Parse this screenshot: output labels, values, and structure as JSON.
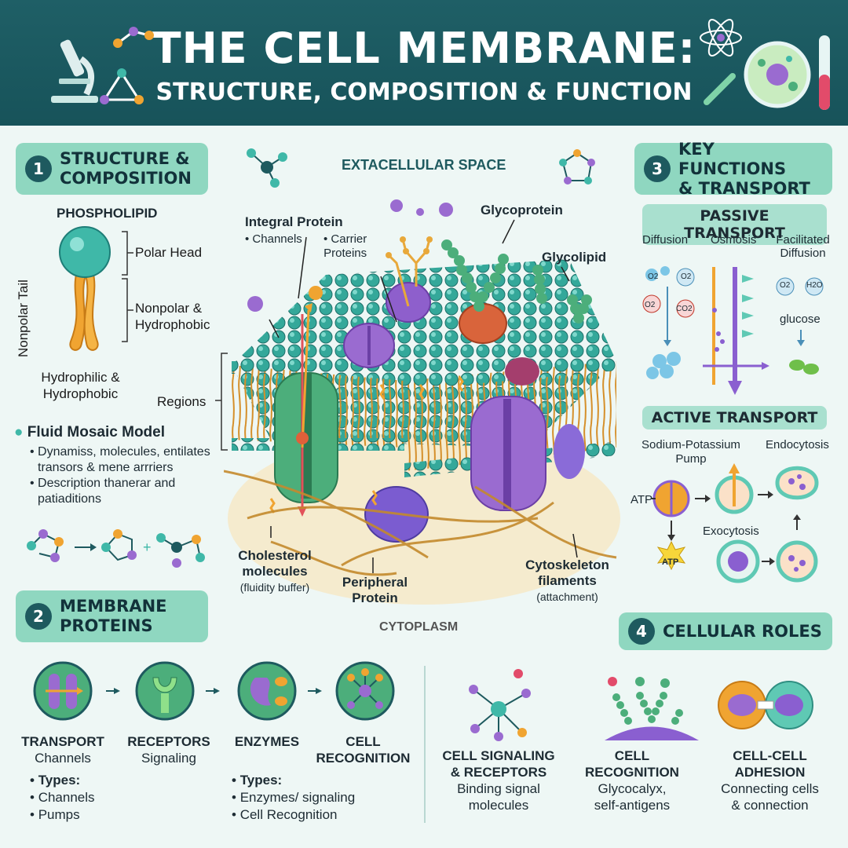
{
  "header": {
    "title": "THE CELL MEMBRANE:",
    "subtitle": "STRUCTURE, COMPOSITION & FUNCTION"
  },
  "section1": {
    "number": "1",
    "title_line1": "STRUCTURE &",
    "title_line2": "COMPOSITION",
    "phospholipid": "PHOSPHOLIPID",
    "polar_head": "Polar Head",
    "nonpolar_tail": "Nonpolar Tail",
    "nonpolar_line1": "Nonpolar &",
    "nonpolar_line2": "Hydrophobic",
    "hydro_line1": "Hydrophilic &",
    "hydro_line2": "Hydrophobic",
    "regions": "Regions",
    "fluid_title": "Fluid Mosaic Model",
    "bullets": [
      "Dynamiss, molecules, entilates transors & mene arrriers",
      "Description thanerar and patiaditions"
    ]
  },
  "diagram": {
    "extracellular": "EXTACELLULAR SPACE",
    "cytoplasm": "CYTOPLASM",
    "integral_title": "Integral Protein",
    "integral_channels": "Channels",
    "integral_carrier_line1": "Carrier",
    "integral_carrier_line2": "Proteins",
    "glycoprotein": "Glycoprotein",
    "glycolipid": "Glycolipid",
    "cholesterol_line1": "Cholesterol",
    "cholesterol_line2": "molecules",
    "cholesterol_note": "(fluidity buffer)",
    "peripheral_line1": "Peripheral",
    "peripheral_line2": "Protein",
    "cytoskeleton_line1": "Cytoskeleton",
    "cytoskeleton_line2": "filaments",
    "cytoskeleton_note": "(attachment)"
  },
  "section3": {
    "number": "3",
    "title_line1": "KEY FUNCTIONS",
    "title_line2": "& TRANSPORT",
    "passive": "PASSIVE TRANSPORT",
    "diffusion": "Diffusion",
    "osmosis": "Osmosis",
    "facilitated_line1": "Facilitated",
    "facilitated_line2": "Diffusion",
    "o2": "O2",
    "co2": "CO2",
    "h2o": "H2O",
    "glucose": "glucose",
    "active": "ACTIVE TRANSPORT",
    "pump_line1": "Sodium-Potassium",
    "pump_line2": "Pump",
    "endocytosis": "Endocytosis",
    "exocytosis": "Exocytosis",
    "atp": "ATP"
  },
  "section2": {
    "number": "2",
    "title_line1": "MEMBRANE",
    "title_line2": "PROTEINS",
    "items": [
      {
        "title": "TRANSPORT",
        "sub": "Channels"
      },
      {
        "title": "RECEPTORS",
        "sub": "Signaling"
      },
      {
        "title": "ENZYMES",
        "sub": ""
      },
      {
        "title": "CELL",
        "sub": "RECOGNITION"
      }
    ],
    "types_left": "Types:",
    "types_left_items": [
      "Channels",
      "Pumps"
    ],
    "types_right": "Types:",
    "types_right_items": [
      "Enzymes/ signaling",
      "Cell Recognition"
    ]
  },
  "section4": {
    "number": "4",
    "title": "CELLULAR ROLES",
    "roles": [
      {
        "t1": "CELL SIGNALING",
        "t2": "& RECEPTORS",
        "d1": "Binding signal",
        "d2": "molecules"
      },
      {
        "t1": "CELL",
        "t2": "RECOGNITION",
        "d1": "Glycocalyx,",
        "d2": "self-antigens"
      },
      {
        "t1": "CELL-CELL",
        "t2": "ADHESION",
        "d1": "Connecting cells",
        "d2": "& connection"
      }
    ]
  },
  "colors": {
    "header": "#1f5f66",
    "badge": "#8fd7c0",
    "head": "#3fb8a8",
    "tail": "#f0a431",
    "protein_purple": "#9a6bd0",
    "protein_green": "#4cae7b"
  }
}
